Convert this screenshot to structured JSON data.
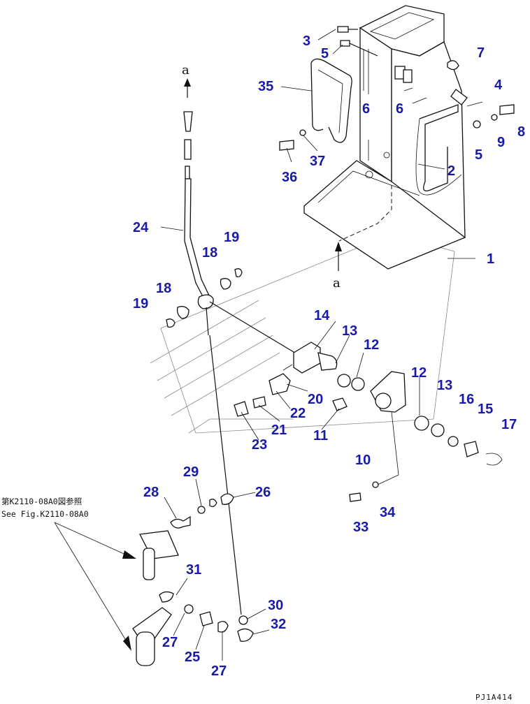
{
  "labels": {
    "p1": "1",
    "p2": "2",
    "p3": "3",
    "p4": "4",
    "p5a": "5",
    "p5b": "5",
    "p6a": "6",
    "p6b": "6",
    "p7": "7",
    "p8": "8",
    "p9": "9",
    "p10": "10",
    "p11": "11",
    "p12a": "12",
    "p12b": "12",
    "p13a": "13",
    "p13b": "13",
    "p14": "14",
    "p15": "15",
    "p16": "16",
    "p17": "17",
    "p18a": "18",
    "p18b": "18",
    "p19a": "19",
    "p19b": "19",
    "p20": "20",
    "p21": "21",
    "p22": "22",
    "p23": "23",
    "p24": "24",
    "p25": "25",
    "p26": "26",
    "p27a": "27",
    "p27b": "27",
    "p28": "28",
    "p29": "29",
    "p30": "30",
    "p31": "31",
    "p32": "32",
    "p33": "33",
    "p34": "34",
    "p35": "35",
    "p36": "36",
    "p37": "37"
  },
  "arrows": {
    "top": "a",
    "mid": "a"
  },
  "reference": {
    "line1": "第K2110-08A0図参照",
    "line2": "See Fig.K2110-08A0"
  },
  "drawing_code": "PJ1A414"
}
